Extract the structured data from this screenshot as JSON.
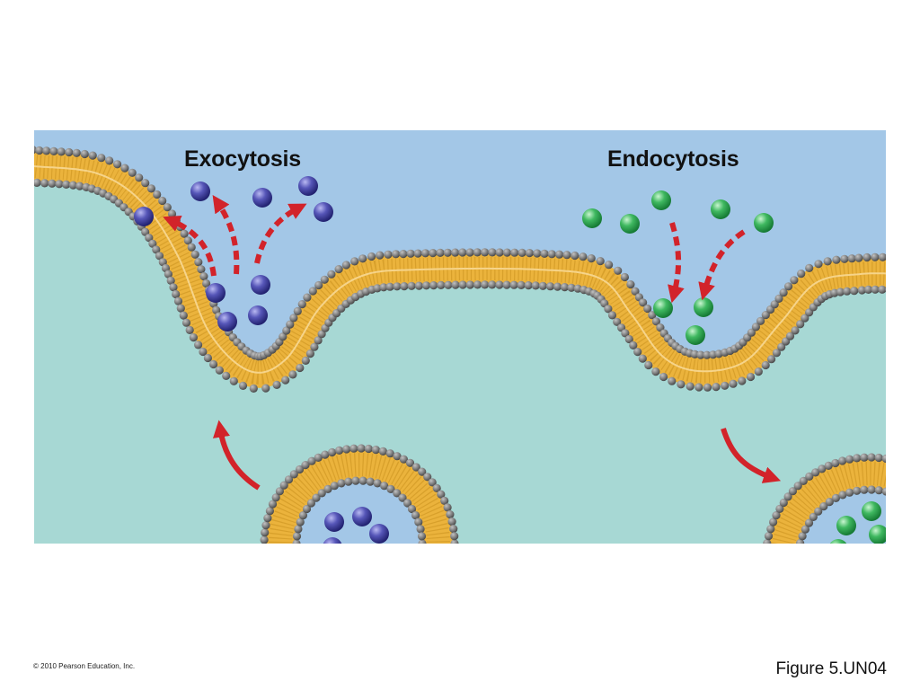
{
  "diagram": {
    "titles": {
      "exocytosis": "Exocytosis",
      "endocytosis": "Endocytosis"
    },
    "colors": {
      "extracellular": "#a3c7e7",
      "cytoplasm": "#a7d8d4",
      "bilayer": "#ebb33c",
      "lipid_head": "#7d7d7d",
      "exocytosis_particle": "#3d3d99",
      "endocytosis_particle": "#2fa64e",
      "arrow": "#d2232a"
    }
  },
  "footer": {
    "copyright": "© 2010 Pearson Education, Inc.",
    "figure_label": "Figure 5.UN04"
  }
}
